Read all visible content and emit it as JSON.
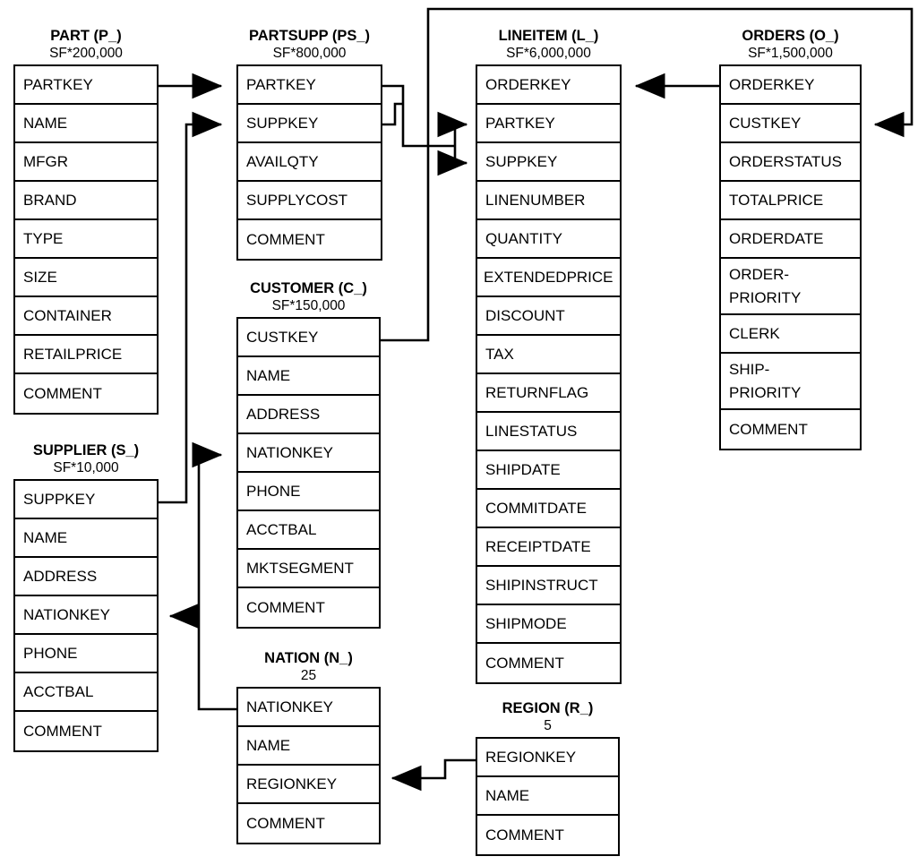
{
  "diagram": {
    "name": "TPC-H Database Schema",
    "stroke_color": "#000000",
    "background_color": "#ffffff"
  },
  "tables": [
    {
      "id": "part",
      "title": "PART (P_)",
      "cardinality": "SF*200,000",
      "columns": [
        "PARTKEY",
        "NAME",
        "MFGR",
        "BRAND",
        "TYPE",
        "SIZE",
        "CONTAINER",
        "RETAILPRICE",
        "COMMENT"
      ]
    },
    {
      "id": "partsupp",
      "title": "PARTSUPP (PS_)",
      "cardinality": "SF*800,000",
      "columns": [
        "PARTKEY",
        "SUPPKEY",
        "AVAILQTY",
        "SUPPLYCOST",
        "COMMENT"
      ]
    },
    {
      "id": "lineitem",
      "title": "LINEITEM (L_)",
      "cardinality": "SF*6,000,000",
      "columns": [
        "ORDERKEY",
        "PARTKEY",
        "SUPPKEY",
        "LINENUMBER",
        "QUANTITY",
        "EXTENDEDPRICE",
        "DISCOUNT",
        "TAX",
        "RETURNFLAG",
        "LINESTATUS",
        "SHIPDATE",
        "COMMITDATE",
        "RECEIPTDATE",
        "SHIPINSTRUCT",
        "SHIPMODE",
        "COMMENT"
      ]
    },
    {
      "id": "orders",
      "title": "ORDERS (O_)",
      "cardinality": "SF*1,500,000",
      "columns": [
        "ORDERKEY",
        "CUSTKEY",
        "ORDERSTATUS",
        "TOTALPRICE",
        "ORDERDATE",
        "ORDER-\nPRIORITY",
        "CLERK",
        "SHIP-\nPRIORITY",
        "COMMENT"
      ]
    },
    {
      "id": "customer",
      "title": "CUSTOMER (C_)",
      "cardinality": "SF*150,000",
      "columns": [
        "CUSTKEY",
        "NAME",
        "ADDRESS",
        "NATIONKEY",
        "PHONE",
        "ACCTBAL",
        "MKTSEGMENT",
        "COMMENT"
      ]
    },
    {
      "id": "supplier",
      "title": "SUPPLIER (S_)",
      "cardinality": "SF*10,000",
      "columns": [
        "SUPPKEY",
        "NAME",
        "ADDRESS",
        "NATIONKEY",
        "PHONE",
        "ACCTBAL",
        "COMMENT"
      ]
    },
    {
      "id": "nation",
      "title": "NATION (N_)",
      "cardinality": "25",
      "columns": [
        "NATIONKEY",
        "NAME",
        "REGIONKEY",
        "COMMENT"
      ]
    },
    {
      "id": "region",
      "title": "REGION (R_)",
      "cardinality": "5",
      "columns": [
        "REGIONKEY",
        "NAME",
        "COMMENT"
      ]
    }
  ],
  "relationships": [
    {
      "from": "PART.PARTKEY",
      "to": "PARTSUPP.PARTKEY"
    },
    {
      "from": "SUPPLIER.SUPPKEY",
      "to": "PARTSUPP.SUPPKEY"
    },
    {
      "from": "PARTSUPP.PARTKEY",
      "to": "LINEITEM.PARTKEY"
    },
    {
      "from": "PARTSUPP.SUPPKEY",
      "to": "LINEITEM.SUPPKEY"
    },
    {
      "from": "ORDERS.ORDERKEY",
      "to": "LINEITEM.ORDERKEY"
    },
    {
      "from": "CUSTOMER.CUSTKEY",
      "to": "ORDERS.CUSTKEY"
    },
    {
      "from": "NATION.NATIONKEY",
      "to": "CUSTOMER.NATIONKEY"
    },
    {
      "from": "NATION.NATIONKEY",
      "to": "SUPPLIER.NATIONKEY"
    },
    {
      "from": "REGION.REGIONKEY",
      "to": "NATION.REGIONKEY"
    }
  ]
}
